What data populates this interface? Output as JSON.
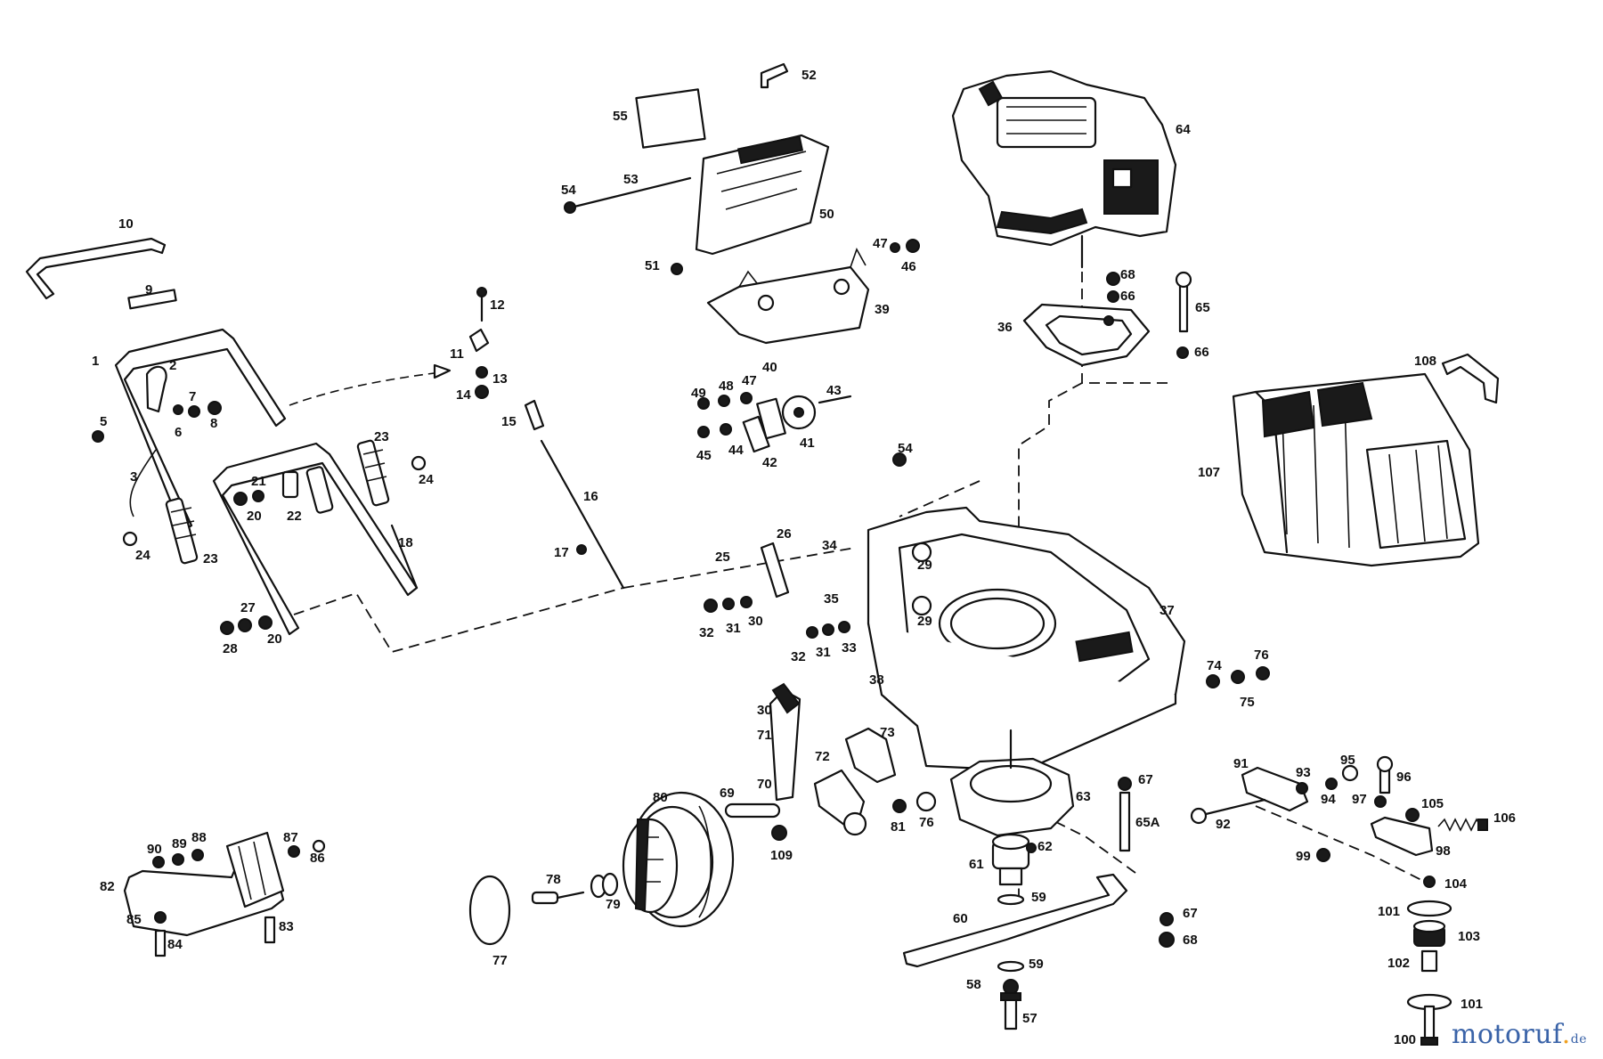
{
  "brand": {
    "name": "motoruf",
    "dot": ".",
    "tld": "de"
  },
  "parts": [
    {
      "id": "p1",
      "label": "1"
    },
    {
      "id": "p2",
      "label": "2"
    },
    {
      "id": "p3",
      "label": "3"
    },
    {
      "id": "p5",
      "label": "5"
    },
    {
      "id": "p6",
      "label": "6"
    },
    {
      "id": "p7",
      "label": "7"
    },
    {
      "id": "p8",
      "label": "8"
    },
    {
      "id": "p9",
      "label": "9"
    },
    {
      "id": "p10",
      "label": "10"
    },
    {
      "id": "p11",
      "label": "11"
    },
    {
      "id": "p12",
      "label": "12"
    },
    {
      "id": "p13",
      "label": "13"
    },
    {
      "id": "p14",
      "label": "14"
    },
    {
      "id": "p15",
      "label": "15"
    },
    {
      "id": "p16",
      "label": "16"
    },
    {
      "id": "p17",
      "label": "17"
    },
    {
      "id": "p18",
      "label": "18"
    },
    {
      "id": "p20a",
      "label": "20"
    },
    {
      "id": "p20b",
      "label": "20"
    },
    {
      "id": "p21",
      "label": "21"
    },
    {
      "id": "p22",
      "label": "22"
    },
    {
      "id": "p23a",
      "label": "23"
    },
    {
      "id": "p23b",
      "label": "23"
    },
    {
      "id": "p24a",
      "label": "24"
    },
    {
      "id": "p24b",
      "label": "24"
    },
    {
      "id": "p25",
      "label": "25"
    },
    {
      "id": "p26",
      "label": "26"
    },
    {
      "id": "p27",
      "label": "27"
    },
    {
      "id": "p28",
      "label": "28"
    },
    {
      "id": "p29a",
      "label": "29"
    },
    {
      "id": "p29b",
      "label": "29"
    },
    {
      "id": "p30a",
      "label": "30"
    },
    {
      "id": "p30b",
      "label": "30"
    },
    {
      "id": "p31a",
      "label": "31"
    },
    {
      "id": "p31b",
      "label": "31"
    },
    {
      "id": "p32a",
      "label": "32"
    },
    {
      "id": "p32b",
      "label": "32"
    },
    {
      "id": "p33",
      "label": "33"
    },
    {
      "id": "p34",
      "label": "34"
    },
    {
      "id": "p35",
      "label": "35"
    },
    {
      "id": "p36",
      "label": "36"
    },
    {
      "id": "p37",
      "label": "37"
    },
    {
      "id": "p38",
      "label": "38"
    },
    {
      "id": "p39",
      "label": "39"
    },
    {
      "id": "p40",
      "label": "40"
    },
    {
      "id": "p41",
      "label": "41"
    },
    {
      "id": "p42",
      "label": "42"
    },
    {
      "id": "p43",
      "label": "43"
    },
    {
      "id": "p44",
      "label": "44"
    },
    {
      "id": "p45",
      "label": "45"
    },
    {
      "id": "p46",
      "label": "46"
    },
    {
      "id": "p47a",
      "label": "47"
    },
    {
      "id": "p47b",
      "label": "47"
    },
    {
      "id": "p48",
      "label": "48"
    },
    {
      "id": "p49",
      "label": "49"
    },
    {
      "id": "p50",
      "label": "50"
    },
    {
      "id": "p51",
      "label": "51"
    },
    {
      "id": "p52",
      "label": "52"
    },
    {
      "id": "p53",
      "label": "53"
    },
    {
      "id": "p54a",
      "label": "54"
    },
    {
      "id": "p54b",
      "label": "54"
    },
    {
      "id": "p55",
      "label": "55"
    },
    {
      "id": "p57",
      "label": "57"
    },
    {
      "id": "p58",
      "label": "58"
    },
    {
      "id": "p59a",
      "label": "59"
    },
    {
      "id": "p59b",
      "label": "59"
    },
    {
      "id": "p60",
      "label": "60"
    },
    {
      "id": "p61",
      "label": "61"
    },
    {
      "id": "p62",
      "label": "62"
    },
    {
      "id": "p63",
      "label": "63"
    },
    {
      "id": "p64",
      "label": "64"
    },
    {
      "id": "p65",
      "label": "65"
    },
    {
      "id": "p65a",
      "label": "65A"
    },
    {
      "id": "p66a",
      "label": "66"
    },
    {
      "id": "p66b",
      "label": "66"
    },
    {
      "id": "p67a",
      "label": "67"
    },
    {
      "id": "p67b",
      "label": "67"
    },
    {
      "id": "p68a",
      "label": "68"
    },
    {
      "id": "p68b",
      "label": "68"
    },
    {
      "id": "p69",
      "label": "69"
    },
    {
      "id": "p70",
      "label": "70"
    },
    {
      "id": "p71",
      "label": "71"
    },
    {
      "id": "p72",
      "label": "72"
    },
    {
      "id": "p73",
      "label": "73"
    },
    {
      "id": "p74",
      "label": "74"
    },
    {
      "id": "p75",
      "label": "75"
    },
    {
      "id": "p76a",
      "label": "76"
    },
    {
      "id": "p76b",
      "label": "76"
    },
    {
      "id": "p77",
      "label": "77"
    },
    {
      "id": "p78",
      "label": "78"
    },
    {
      "id": "p79",
      "label": "79"
    },
    {
      "id": "p80",
      "label": "80"
    },
    {
      "id": "p81",
      "label": "81"
    },
    {
      "id": "p82",
      "label": "82"
    },
    {
      "id": "p83",
      "label": "83"
    },
    {
      "id": "p84",
      "label": "84"
    },
    {
      "id": "p85",
      "label": "85"
    },
    {
      "id": "p86",
      "label": "86"
    },
    {
      "id": "p87",
      "label": "87"
    },
    {
      "id": "p88",
      "label": "88"
    },
    {
      "id": "p89",
      "label": "89"
    },
    {
      "id": "p90",
      "label": "90"
    },
    {
      "id": "p91",
      "label": "91"
    },
    {
      "id": "p92",
      "label": "92"
    },
    {
      "id": "p93",
      "label": "93"
    },
    {
      "id": "p94",
      "label": "94"
    },
    {
      "id": "p95",
      "label": "95"
    },
    {
      "id": "p96",
      "label": "96"
    },
    {
      "id": "p97",
      "label": "97"
    },
    {
      "id": "p98",
      "label": "98"
    },
    {
      "id": "p99",
      "label": "99"
    },
    {
      "id": "p100",
      "label": "100"
    },
    {
      "id": "p101a",
      "label": "101"
    },
    {
      "id": "p101b",
      "label": "101"
    },
    {
      "id": "p102",
      "label": "102"
    },
    {
      "id": "p103",
      "label": "103"
    },
    {
      "id": "p104",
      "label": "104"
    },
    {
      "id": "p105",
      "label": "105"
    },
    {
      "id": "p106",
      "label": "106"
    },
    {
      "id": "p107",
      "label": "107"
    },
    {
      "id": "p108",
      "label": "108"
    },
    {
      "id": "p109",
      "label": "109"
    }
  ]
}
